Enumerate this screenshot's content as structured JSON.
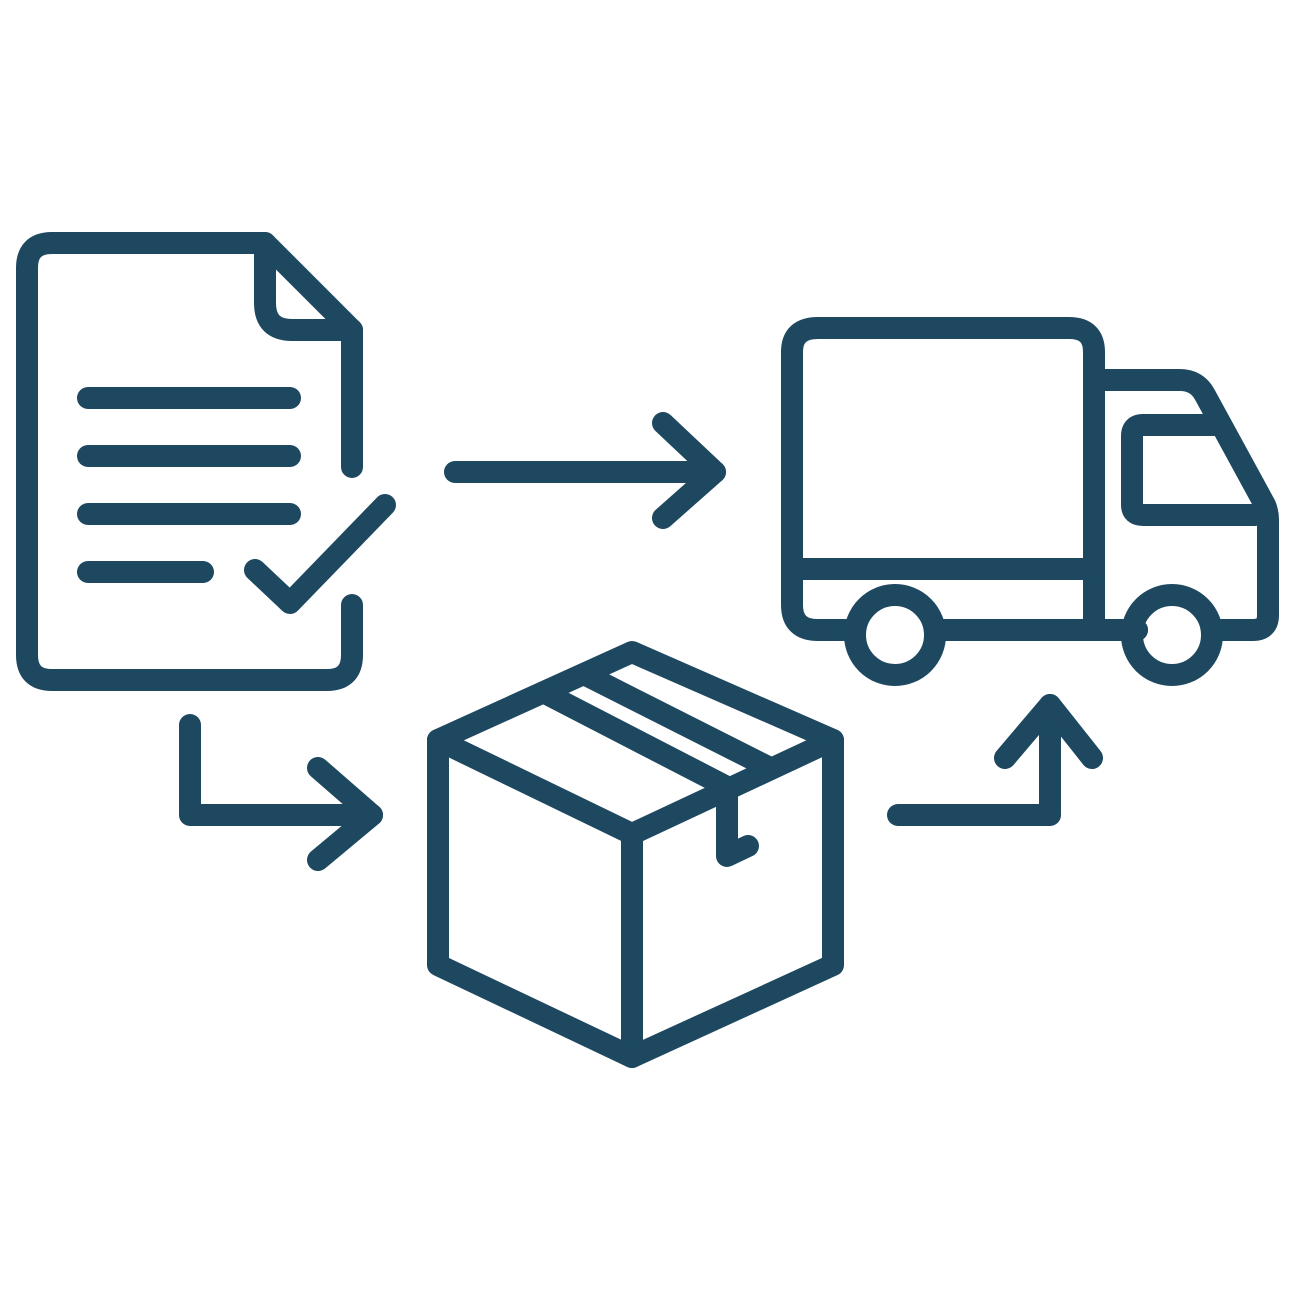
{
  "diagram": {
    "type": "process-flow",
    "colors": {
      "background": "#ffffff",
      "stroke": "#1d4860"
    },
    "nodes": [
      {
        "id": "document",
        "icon": "document-check-icon"
      },
      {
        "id": "package",
        "icon": "package-box-icon"
      },
      {
        "id": "truck",
        "icon": "delivery-truck-icon"
      }
    ],
    "edges": [
      {
        "from": "document",
        "to": "truck",
        "icon": "arrow-right-icon"
      },
      {
        "from": "document",
        "to": "package",
        "icon": "arrow-down-right-icon"
      },
      {
        "from": "package",
        "to": "truck",
        "icon": "arrow-right-up-icon"
      }
    ]
  }
}
